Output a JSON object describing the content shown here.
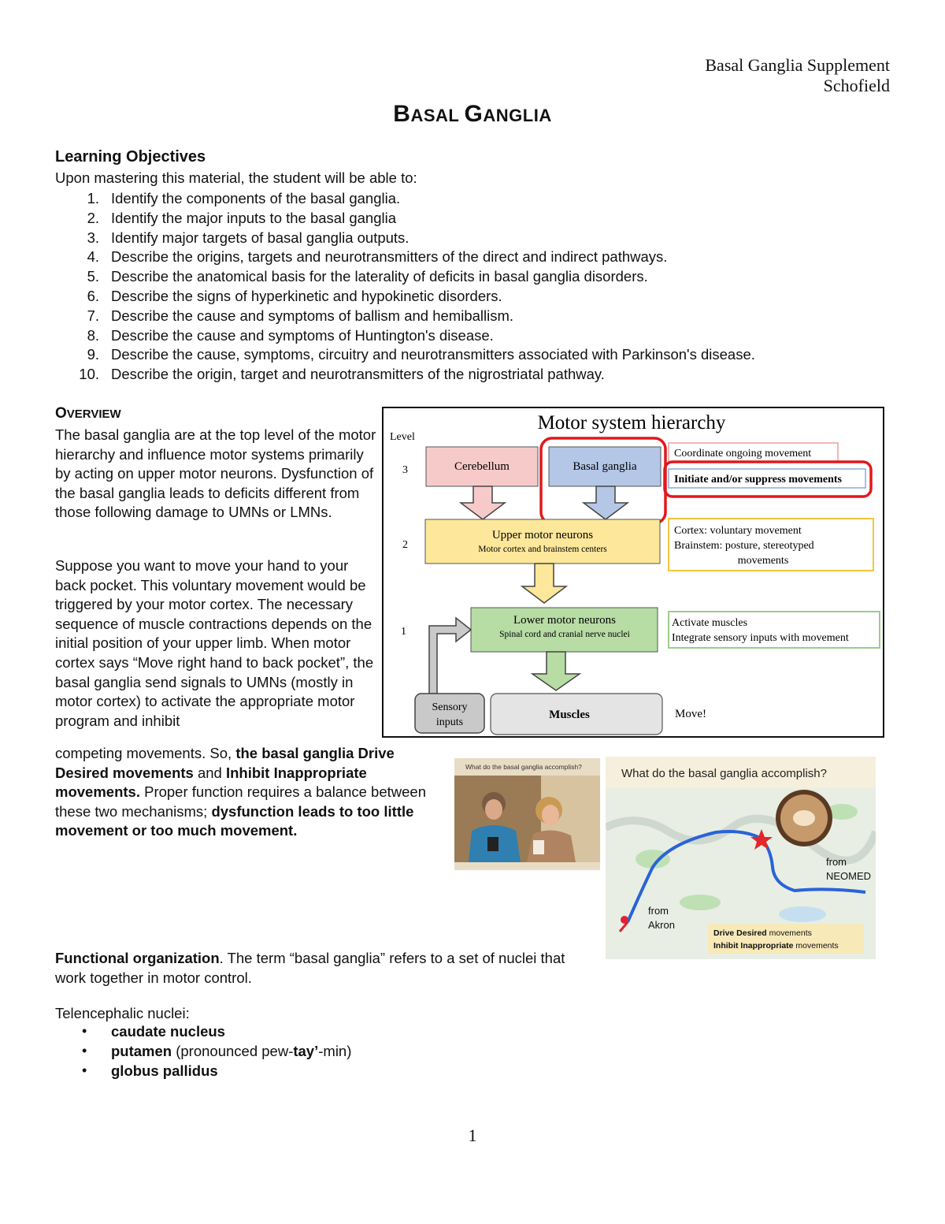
{
  "header": {
    "line1": "Basal Ganglia Supplement",
    "line2": "Schofield"
  },
  "title": {
    "b1": "B",
    "s1": "ASAL ",
    "b2": "G",
    "s2": "ANGLIA"
  },
  "objectives": {
    "heading": "Learning Objectives",
    "intro": "Upon mastering this material, the student will be able to:",
    "items": [
      {
        "num": "1.",
        "text": "Identify the components of the basal ganglia."
      },
      {
        "num": "2.",
        "text": "Identify the major inputs to the basal ganglia"
      },
      {
        "num": "3.",
        "text": "Identify major targets of basal ganglia outputs."
      },
      {
        "num": "4.",
        "text": "Describe the origins, targets and neurotransmitters of the direct and indirect pathways."
      },
      {
        "num": "5.",
        "text": "Describe the anatomical basis for the laterality of deficits in basal ganglia disorders."
      },
      {
        "num": "6.",
        "text": "Describe the signs of hyperkinetic and hypokinetic disorders."
      },
      {
        "num": "7.",
        "text": "Describe the cause and symptoms of ballism and hemiballism."
      },
      {
        "num": "8.",
        "text": "Describe the cause and symptoms of Huntington's disease."
      },
      {
        "num": "9.",
        "text": "Describe the cause, symptoms, circuitry and neurotransmitters associated with Parkinson's disease."
      },
      {
        "num": "10.",
        "text": "Describe the origin, target and neurotransmitters of the nigrostriatal pathway."
      }
    ]
  },
  "overview": {
    "heading_b": "O",
    "heading_s": "VERVIEW",
    "para1": "The basal ganglia are at the top level of the motor hierarchy and influence motor systems primarily by acting on upper motor neurons. Dysfunction of the basal ganglia leads to deficits different from those following damage to UMNs or LMNs.",
    "para2": "Suppose you want to move your hand to your back pocket. This voluntary movement would be triggered by your motor cortex. The necessary sequence of muscle contractions depends on the initial position of your upper limb. When motor cortex says “Move right hand to back pocket”, the basal ganglia send signals to UMNs (mostly in motor cortex) to activate the appropriate motor program and inhibit",
    "para3_a": "competing movements. So, ",
    "para3_b": "the basal ganglia Drive Desired movements",
    "para3_c": " and ",
    "para3_d": "Inhibit Inappropriate movements.",
    "para3_e": " Proper function requires a balance between these two mechanisms; ",
    "para3_f": "dysfunction leads to too little movement or too much movement."
  },
  "diagram": {
    "title": "Motor system hierarchy",
    "level_label": "Level",
    "levels": [
      "3",
      "2",
      "1"
    ],
    "cerebellum": "Cerebellum",
    "basal_ganglia": "Basal ganglia",
    "umn_title": "Upper motor neurons",
    "umn_sub": "Motor cortex and brainstem centers",
    "lmn_title": "Lower motor neurons",
    "lmn_sub": "Spinal cord and cranial nerve nuclei",
    "sensory_1": "Sensory",
    "sensory_2": "inputs",
    "muscles": "Muscles",
    "note_coord": "Coordinate ongoing movement",
    "note_initiate": "Initiate and/or suppress movements",
    "note_cortex_1": "Cortex: voluntary movement",
    "note_cortex_2": "Brainstem: posture, stereotyped",
    "note_cortex_3": "movements",
    "note_lmn_1": "Activate muscles",
    "note_lmn_2": "Integrate sensory inputs with movement",
    "note_move": "Move!",
    "colors": {
      "cerebellum": "#f7caca",
      "basal_ganglia": "#b4c7e7",
      "umn": "#fde79a",
      "lmn": "#b7dca4",
      "highlight": "#e0191c"
    }
  },
  "photo_left": {
    "title": "What do the basal ganglia accomplish?"
  },
  "photo_right": {
    "title": "What do the basal ganglia accomplish?",
    "from_neomed_1": "from",
    "from_neomed_2": "NEOMED",
    "from_akron_1": "from",
    "from_akron_2": "Akron",
    "caption_1a": "Drive Desired",
    "caption_1b": " movements",
    "caption_2a": "Inhibit Inappropriate",
    "caption_2b": " movements"
  },
  "functional": {
    "lead": "Functional organization",
    "text": ". The term “basal ganglia” refers to a set of nuclei that work together in motor control.",
    "telen": "Telencephalic nuclei:",
    "bullet": "•",
    "n1": "caudate nucleus",
    "n2a": "putamen",
    "n2b": " (pronounced pew-",
    "n2c": "tay’",
    "n2d": "-min)",
    "n3": "globus pallidus"
  },
  "page_number": "1"
}
